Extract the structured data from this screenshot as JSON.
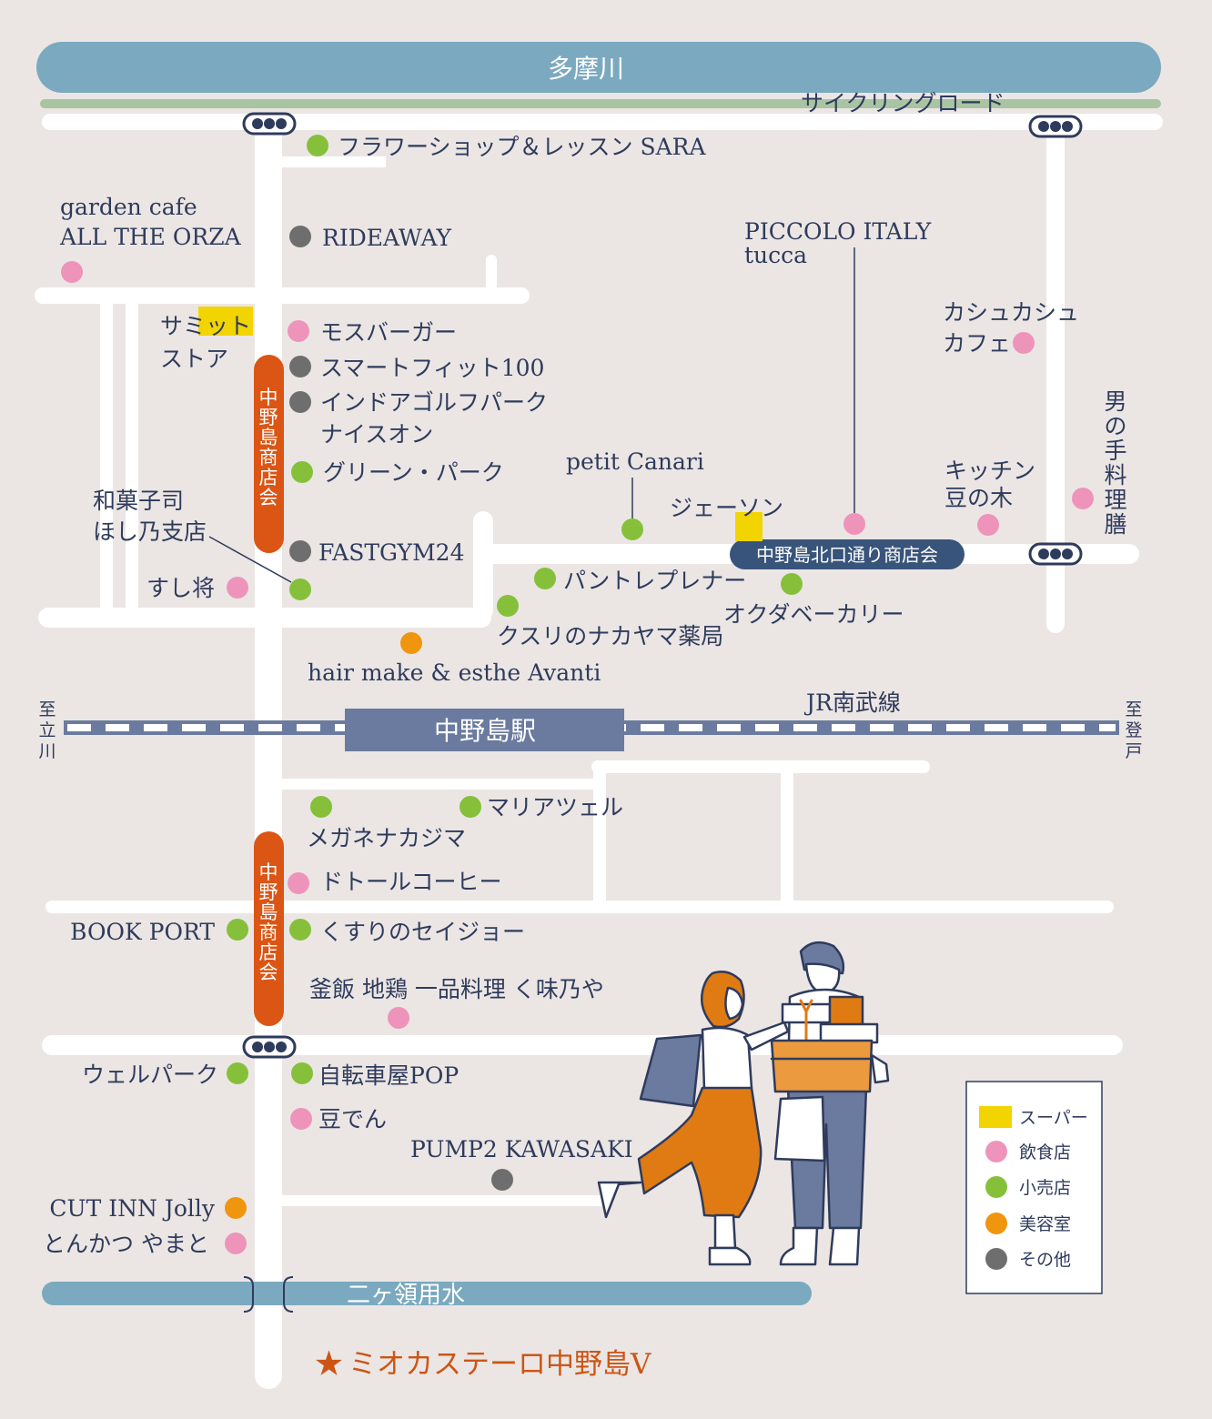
{
  "colors": {
    "background": "#ebe6e4",
    "river": "#7ba9bf",
    "cycling_road": "#a8c4a2",
    "road": "#ffffff",
    "shopping_street": "#db5514",
    "north_street_badge": "#38547a",
    "railway": "#6b7b9f",
    "text": "#2f3b5c",
    "destination": "#cc5516",
    "super": "#f2d400",
    "restaurant": "#ee94bb",
    "retail": "#86c03a",
    "beauty": "#f0950e",
    "other": "#6e6e6e"
  },
  "icons": {
    "traffic_signal": "traffic-signal-icon",
    "star": "star-icon"
  },
  "geo_labels": {
    "tama_river": "多摩川",
    "cycling_road": "サイクリングロード",
    "jr_line": "JR南武線",
    "station": "中野島駅",
    "to_tachikawa": "至立川",
    "to_noborito": "至登戸",
    "nikaryo": "二ヶ領用水",
    "shotenkai_1": "中野島商店会",
    "shotenkai_2": "中野島商店会",
    "kitaguchi": "中野島北口通り商店会"
  },
  "destination": {
    "star": "★",
    "name": "ミオカステーロ中野島Ⅴ"
  },
  "places": {
    "sara": "フラワーショップ＆レッスン SARA",
    "orza_1": "garden cafe",
    "orza_2": "ALL THE ORZA",
    "rideaway": "RIDEAWAY",
    "piccolo_1": "PICCOLO ITALY",
    "piccolo_2": "tucca",
    "summit_1": "サミット",
    "summit_2": "ストア",
    "mos": "モスバーガー",
    "smartfit": "スマートフィット100",
    "golf_1": "インドアゴルフパーク",
    "golf_2": "ナイスオン",
    "green_park": "グリーン・パーク",
    "kashu_1": "カシュカシュ",
    "kashu_2": "カフェ",
    "otoko_ryori": "男の手料理膳",
    "canari": "petit Canari",
    "kitchen_1": "キッチン",
    "kitchen_2": "豆の木",
    "wagashi_1": "和菓子司",
    "wagashi_2": "ほし乃支店",
    "jeson": "ジェーソン",
    "fastgym": "FASTGYM24",
    "pain": "パントレプレナー",
    "okuda": "オクダベーカリー",
    "sushi": "すし将",
    "nakayama": "クスリのナカヤマ薬局",
    "avanti": "hair make & esthe Avanti",
    "megane": "メガネナカジマ",
    "maria": "マリアツェル",
    "doutor": "ドトールコーヒー",
    "bookport": "BOOK PORT",
    "seijo": "くすりのセイジョー",
    "kuminoya": "釜飯 地鶏 一品料理 く味乃や",
    "welpark": "ウェルパーク",
    "pop": "自転車屋POP",
    "mameden": "豆でん",
    "pump2": "PUMP2 KAWASAKI",
    "cutinn": "CUT INN Jolly",
    "yamato": "とんかつ やまと"
  },
  "legend": {
    "super": "スーパー",
    "restaurant": "飲食店",
    "retail": "小売店",
    "beauty": "美容室",
    "other": "その他"
  }
}
